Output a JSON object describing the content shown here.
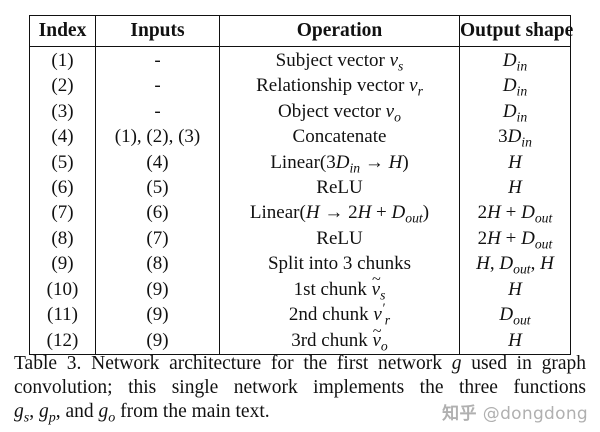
{
  "table": {
    "headers": [
      "Index",
      "Inputs",
      "Operation",
      "Output shape"
    ],
    "rows": [
      {
        "index": "(1)",
        "inputs": "-",
        "operation": "Subject vector v_s",
        "output": "D_in"
      },
      {
        "index": "(2)",
        "inputs": "-",
        "operation": "Relationship vector v_r",
        "output": "D_in"
      },
      {
        "index": "(3)",
        "inputs": "-",
        "operation": "Object vector v_o",
        "output": "D_in"
      },
      {
        "index": "(4)",
        "inputs": "(1), (2), (3)",
        "operation": "Concatenate",
        "output": "3D_in"
      },
      {
        "index": "(5)",
        "inputs": "(4)",
        "operation": "Linear(3D_in → H)",
        "output": "H"
      },
      {
        "index": "(6)",
        "inputs": "(5)",
        "operation": "ReLU",
        "output": "H"
      },
      {
        "index": "(7)",
        "inputs": "(6)",
        "operation": "Linear(H → 2H + D_out)",
        "output": "2H + D_out"
      },
      {
        "index": "(8)",
        "inputs": "(7)",
        "operation": "ReLU",
        "output": "2H + D_out"
      },
      {
        "index": "(9)",
        "inputs": "(8)",
        "operation": "Split into 3 chunks",
        "output": "H, D_out, H"
      },
      {
        "index": "(10)",
        "inputs": "(9)",
        "operation": "1st chunk ṽ_s",
        "output": "H"
      },
      {
        "index": "(11)",
        "inputs": "(9)",
        "operation": "2nd chunk v'_r",
        "output": "D_out"
      },
      {
        "index": "(12)",
        "inputs": "(9)",
        "operation": "3rd chunk ṽ_o",
        "output": "H"
      }
    ]
  },
  "caption": {
    "line1": "Table 3. Network architecture for the first network g used in graph",
    "line2": "convolution; this single network implements the three functions",
    "line3": "g_s, g_p, and g_o from the main text."
  },
  "watermark": {
    "logo": "知乎",
    "handle": "@dongdong"
  }
}
